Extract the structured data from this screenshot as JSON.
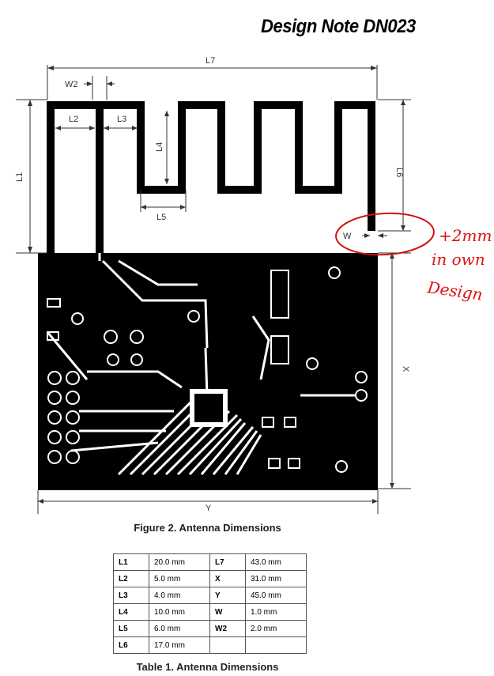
{
  "header": {
    "title": "Design Note  DN023"
  },
  "figure": {
    "labels": {
      "L7": "L7",
      "W2": "W2",
      "L2": "L2",
      "L3": "L3",
      "L4": "L4",
      "L5": "L5",
      "L1": "L1",
      "L6": "L6",
      "W": "W",
      "X": "X",
      "Y": "Y"
    },
    "annotation": {
      "line1": "+2mm",
      "line2": "in own",
      "line3": "Design"
    },
    "caption": "Figure 2. Antenna Dimensions"
  },
  "table": {
    "rows": [
      {
        "k1": "L1",
        "v1": "20.0 mm",
        "k2": "L7",
        "v2": "43.0 mm"
      },
      {
        "k1": "L2",
        "v1": "5.0 mm",
        "k2": "X",
        "v2": "31.0 mm"
      },
      {
        "k1": "L3",
        "v1": "4.0 mm",
        "k2": "Y",
        "v2": "45.0 mm"
      },
      {
        "k1": "L4",
        "v1": "10.0 mm",
        "k2": "W",
        "v2": "1.0 mm"
      },
      {
        "k1": "L5",
        "v1": "6.0 mm",
        "k2": "W2",
        "v2": "2.0 mm"
      },
      {
        "k1": "L6",
        "v1": "17.0 mm",
        "k2": "",
        "v2": ""
      }
    ],
    "caption": "Table 1. Antenna Dimensions"
  },
  "colors": {
    "annotation": "#d11111",
    "board": "#000000"
  }
}
